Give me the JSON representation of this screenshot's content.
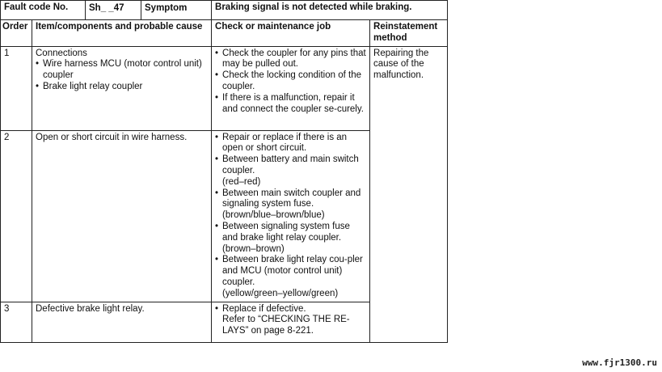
{
  "header": {
    "fault_code_label": "Fault code No.",
    "fault_code_value": "Sh_ _47",
    "symptom_label": "Symptom",
    "symptom_text": "Braking signal is not detected while braking."
  },
  "columns": {
    "order": "Order",
    "item": "Item/components and probable cause",
    "check": "Check or maintenance job",
    "reinstatement": "Reinstatement method"
  },
  "rows": [
    {
      "order": "1",
      "item_title": "Connections",
      "item_bullets": [
        "Wire harness MCU (motor control unit) coupler",
        "Brake light relay coupler"
      ],
      "check": [
        "Check the coupler for any pins that may be pulled out.",
        "Check the locking condition of the coupler.",
        "If there is a malfunction, repair it and connect the coupler se-curely."
      ],
      "reinstatement": "Repairing the cause of the malfunction."
    },
    {
      "order": "2",
      "item_title": "Open or short circuit in wire harness.",
      "check": [
        "Repair or replace if there is an open or short circuit.",
        "Between battery and main switch coupler.",
        "(red–red)",
        "Between main switch coupler and signaling system fuse.",
        "(brown/blue–brown/blue)",
        "Between signaling system fuse and brake light relay coupler.",
        "(brown–brown)",
        "Between brake light relay cou-pler and MCU (motor control unit) coupler.",
        "(yellow/green–yellow/green)"
      ]
    },
    {
      "order": "3",
      "item_title": "Defective brake light relay.",
      "check": [
        "Replace if defective.",
        "Refer to “CHECKING THE RE-LAYS” on page 8-221."
      ]
    }
  ],
  "watermark": "www.fjr1300.ru"
}
